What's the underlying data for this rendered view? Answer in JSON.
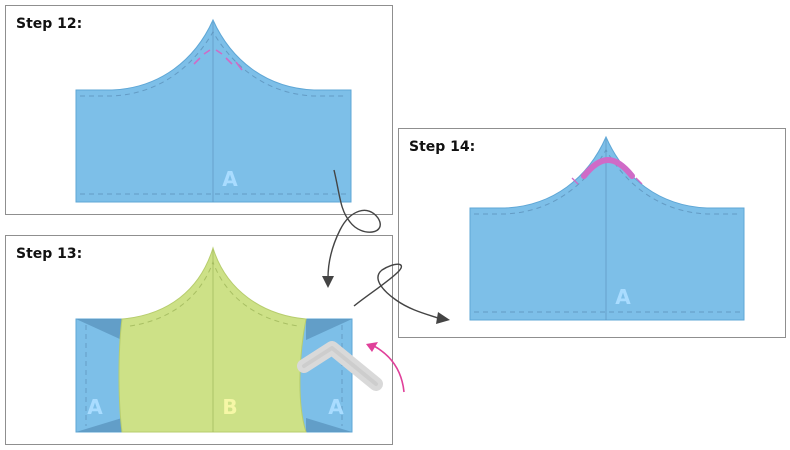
{
  "steps": [
    {
      "title": "Step 12:",
      "pieces": [
        {
          "label": "A"
        }
      ]
    },
    {
      "title": "Step 13:",
      "pieces": [
        {
          "label": "A"
        },
        {
          "label": "B"
        },
        {
          "label": "A"
        }
      ]
    },
    {
      "title": "Step 14:",
      "pieces": [
        {
          "label": "A"
        }
      ]
    }
  ],
  "colors": {
    "fabric_a": "#7dbfe8",
    "fabric_a_edge": "#5fa7d6",
    "fabric_a_fold": "#5b96bf",
    "fabric_b": "#cde187",
    "stitch_highlight": "#cf6bc7",
    "arrow_pink": "#e0409a",
    "connector": "#444444"
  }
}
